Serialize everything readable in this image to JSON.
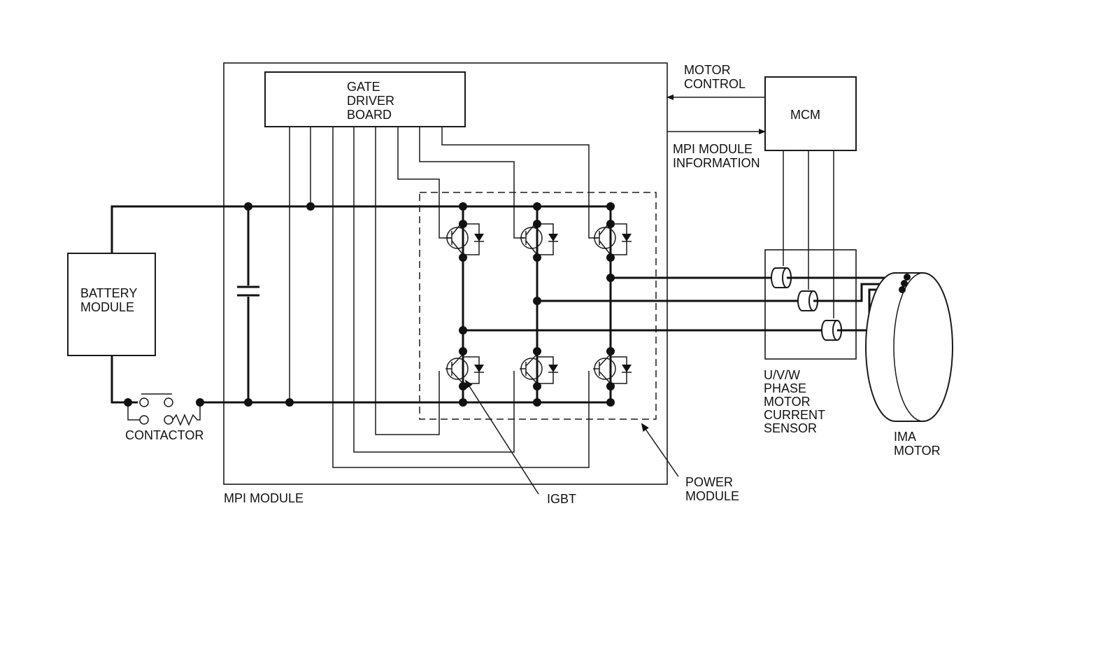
{
  "labels": {
    "gate_driver_line1": "GATE",
    "gate_driver_line2": "DRIVER",
    "gate_driver_line3": "BOARD",
    "motor_control_line1": "MOTOR",
    "motor_control_line2": "CONTROL",
    "mcm": "MCM",
    "mpi_info_line1": "MPI MODULE",
    "mpi_info_line2": "INFORMATION",
    "battery_line1": "BATTERY",
    "battery_line2": "MODULE",
    "contactor": "CONTACTOR",
    "mpi_module": "MPI MODULE",
    "igbt": "IGBT",
    "power_module_line1": "POWER",
    "power_module_line2": "MODULE",
    "sensor_line1": "U/V/W",
    "sensor_line2": "PHASE",
    "sensor_line3": "MOTOR",
    "sensor_line4": "CURRENT",
    "sensor_line5": "SENSOR",
    "ima_line1": "IMA",
    "ima_line2": "MOTOR"
  },
  "colors": {
    "line": "#111111",
    "background": "#ffffff"
  }
}
